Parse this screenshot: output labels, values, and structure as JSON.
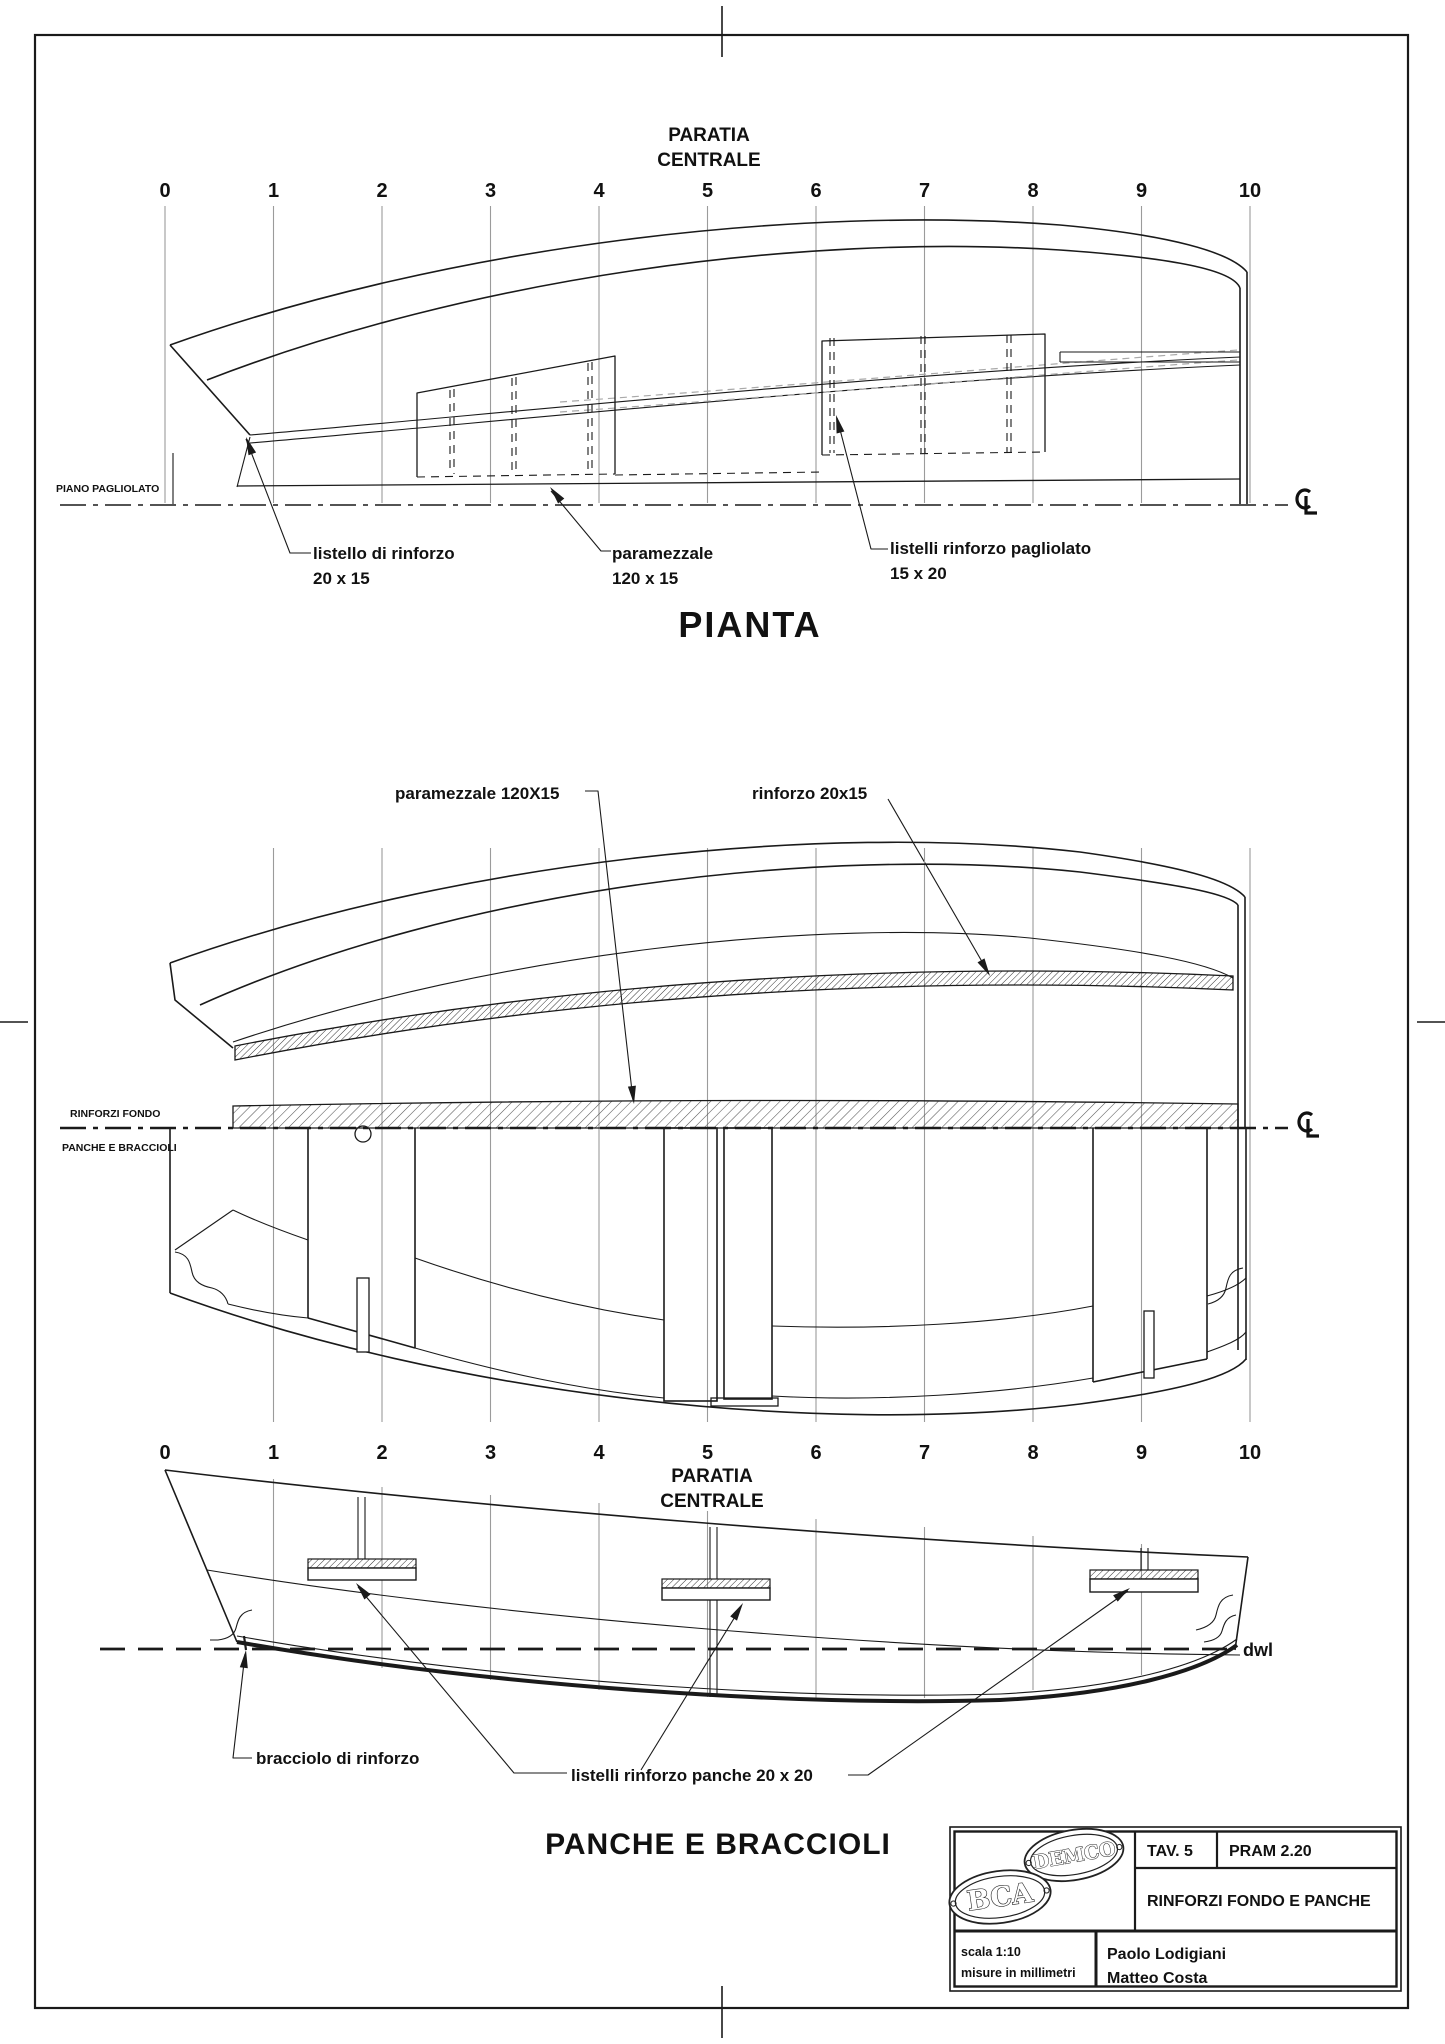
{
  "colors": {
    "ink": "#1a1a1a",
    "grid_line": "#9b9b9b",
    "hidden_line": "#a9a9a9",
    "paper": "#ffffff"
  },
  "top_view": {
    "heading": {
      "line1": "PARATIA",
      "line2": "CENTRALE"
    },
    "stations": [
      "0",
      "1",
      "2",
      "3",
      "4",
      "5",
      "6",
      "7",
      "8",
      "9",
      "10"
    ],
    "side_label": "PIANO PAGLIOLATO",
    "callouts": {
      "listello": {
        "line1": "listello di rinforzo",
        "line2": "20 x 15"
      },
      "paramezzale": {
        "line1": "paramezzale",
        "line2": "120 x 15"
      },
      "pagliolato": {
        "line1": "listelli rinforzo pagliolato",
        "line2": "15 x 20"
      }
    },
    "title": "PIANTA"
  },
  "middle_view": {
    "side_labels": {
      "top": "RINFORZI FONDO",
      "bottom": "PANCHE E BRACCIOLI"
    },
    "callouts": {
      "paramezzale": "paramezzale 120X15",
      "rinforzo": "rinforzo 20x15"
    }
  },
  "bottom_view": {
    "stations": [
      "0",
      "1",
      "2",
      "3",
      "4",
      "5",
      "6",
      "7",
      "8",
      "9",
      "10"
    ],
    "heading": {
      "line1": "PARATIA",
      "line2": "CENTRALE"
    },
    "waterline_label": "dwl",
    "callouts": {
      "bracciolo": "bracciolo di rinforzo",
      "listelli": "listelli rinforzo panche 20 x 20"
    },
    "title": "PANCHE E BRACCIOLI"
  },
  "title_block": {
    "logo_secondary": "DEMCO",
    "logo_primary": "BCA",
    "sheet_label": "TAV. 5",
    "model_label": "PRAM 2.20",
    "drawing_title": "RINFORZI FONDO E PANCHE",
    "scale_line1": "scala 1:10",
    "scale_line2": "misure in millimetri",
    "author_line1": "Paolo Lodigiani",
    "author_line2": "Matteo Costa"
  }
}
